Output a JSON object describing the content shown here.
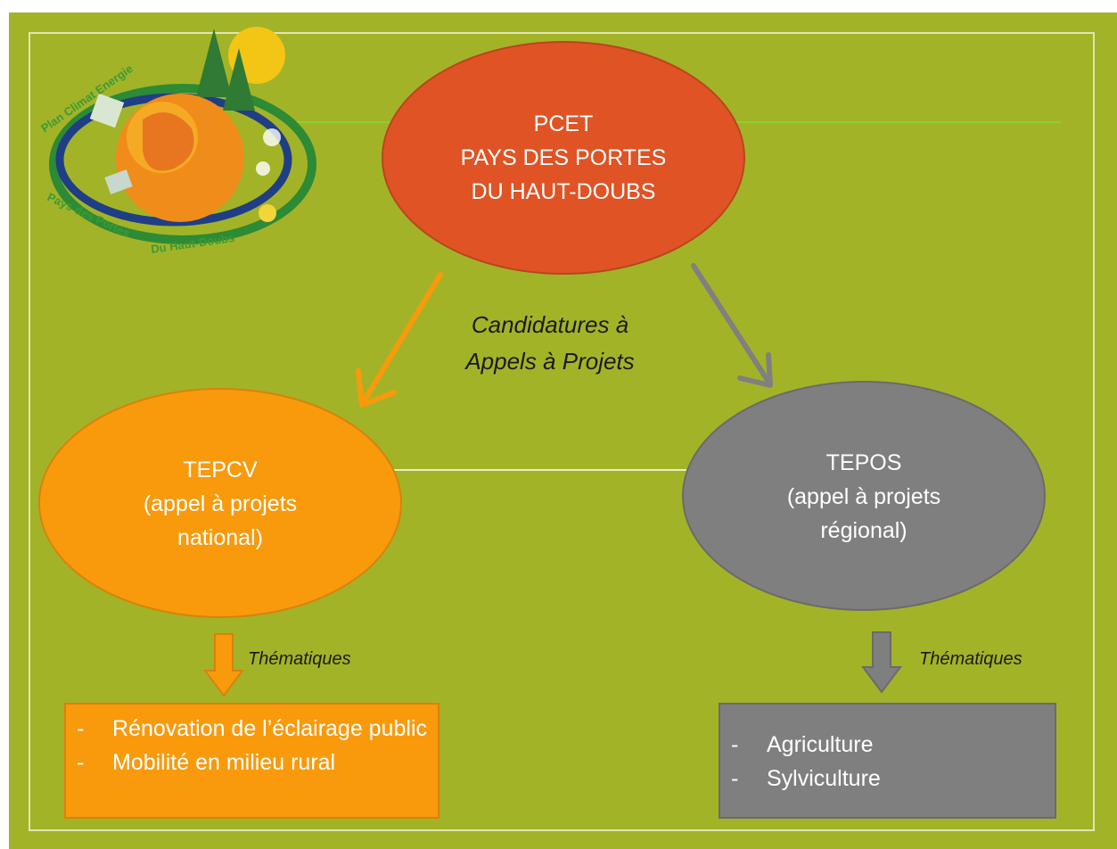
{
  "logo": {
    "ring_top": "Plan Climat Energie",
    "ring_mid": "Pays des Portes",
    "ring_bottom": "Du Haut-Doubs"
  },
  "nodes": {
    "pcet": {
      "lines": [
        "PCET",
        "PAYS DES PORTES",
        "DU HAUT-DOUBS"
      ],
      "color": "#e05324"
    },
    "tepcv": {
      "lines": [
        "TEPCV",
        "(appel à projets",
        "national)"
      ],
      "color": "#f89a0c"
    },
    "tepos": {
      "lines": [
        "TEPOS",
        "(appel à projets",
        "régional)"
      ],
      "color": "#7f7f7f"
    }
  },
  "center_label": {
    "lines": [
      "Candidatures à",
      "Appels à Projets"
    ]
  },
  "thematiques_left": "Thématiques",
  "thematiques_right": "Thématiques",
  "boxes": {
    "left": [
      "Rénovation de l’éclairage public",
      "Mobilité en milieu rural"
    ],
    "right": [
      "Agriculture",
      "Sylviculture"
    ]
  },
  "colors": {
    "background": "#a3b327",
    "orange_arrow": "#f89a0c",
    "grey_arrow": "#808080"
  }
}
